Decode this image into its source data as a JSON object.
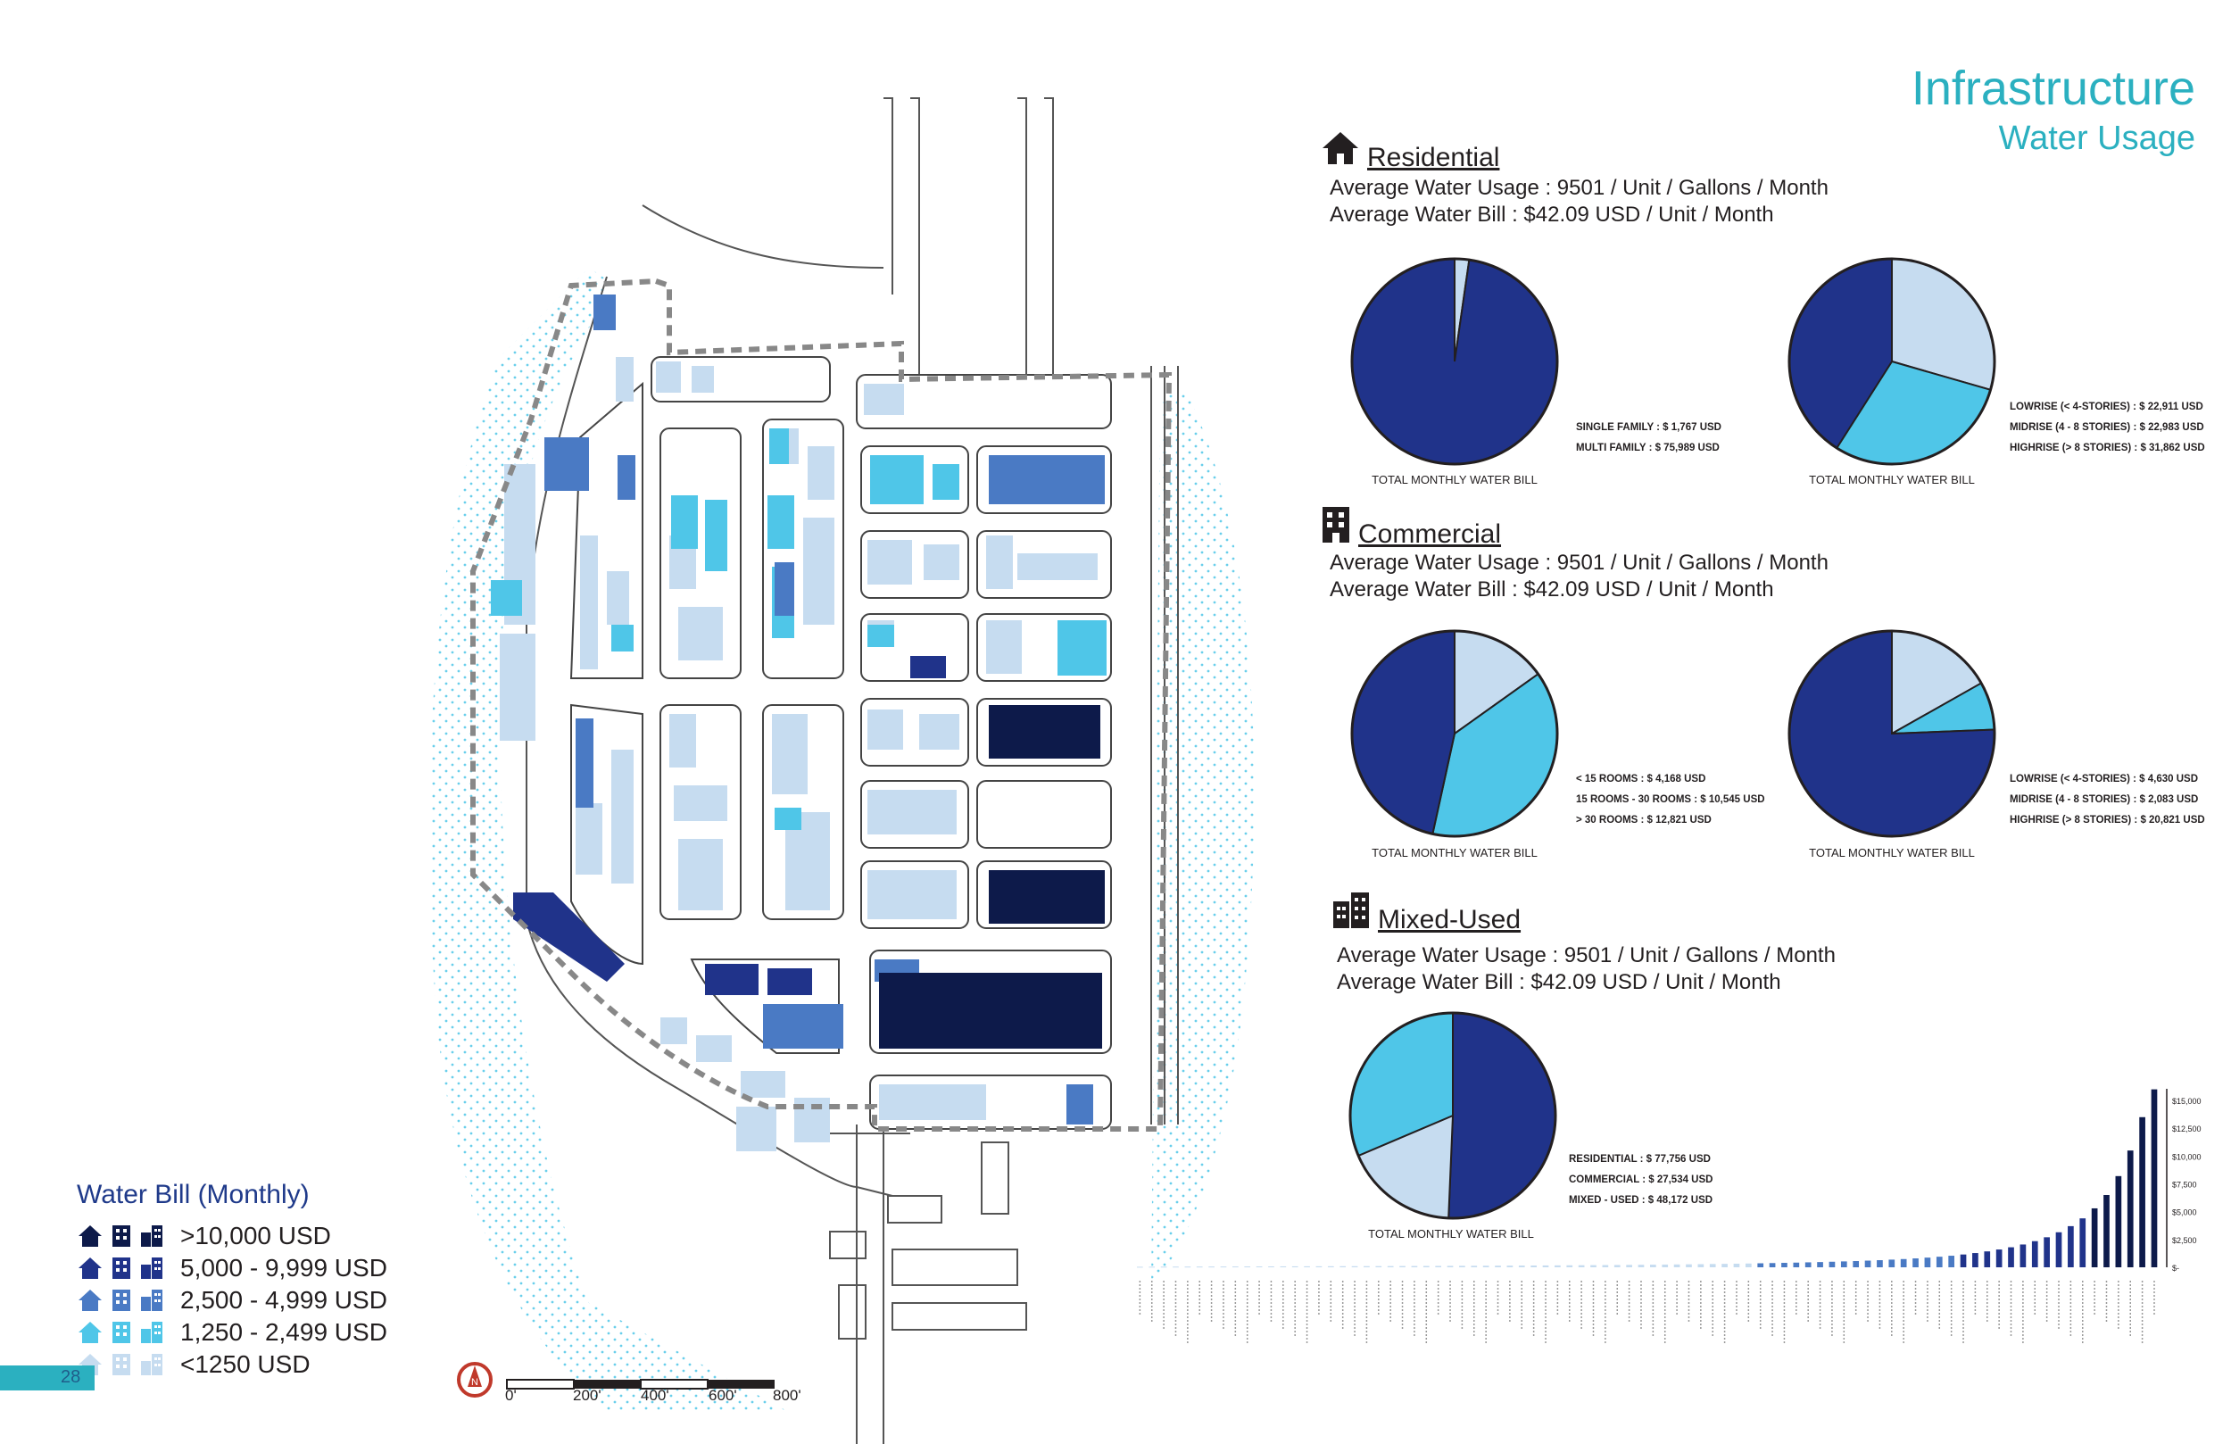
{
  "header": {
    "title": "Infrastructure",
    "subtitle": "Water Usage"
  },
  "colors": {
    "accent": "#2bb0c0",
    "tier1": "#0d1a4a",
    "tier2": "#20338a",
    "tier3": "#4a7ac4",
    "tier4": "#4fc6e8",
    "tier5": "#c6dcf0"
  },
  "residential": {
    "heading": "Residential",
    "icon": "house-icon",
    "usage": "Average Water Usage : 9501 / Unit / Gallons / Month",
    "bill": "Average Water Bill : $42.09 USD / Unit / Month",
    "pie1": {
      "caption": "TOTAL MONTHLY WATER BILL",
      "legend": [
        "SINGLE FAMILY : $ 1,767 USD",
        "MULTI FAMILY : $ 75,989 USD"
      ]
    },
    "pie2": {
      "caption": "TOTAL MONTHLY WATER BILL",
      "legend": [
        "LOWRISE (< 4-STORIES) : $ 22,911 USD",
        "MIDRISE (4 - 8 STORIES) : $ 22,983 USD",
        "HIGHRISE (> 8 STORIES) : $ 31,862 USD"
      ]
    }
  },
  "commercial": {
    "heading": "Commercial",
    "icon": "office-building-icon",
    "usage": "Average Water Usage : 9501 / Unit / Gallons / Month",
    "bill": "Average Water Bill : $42.09 USD / Unit / Month",
    "pie1": {
      "caption": "TOTAL MONTHLY WATER BILL",
      "legend": [
        "< 15 ROOMS : $ 4,168 USD",
        "15 ROOMS - 30 ROOMS : $ 10,545 USD",
        "> 30 ROOMS : $ 12,821 USD"
      ]
    },
    "pie2": {
      "caption": "TOTAL MONTHLY WATER BILL",
      "legend": [
        "LOWRISE (< 4-STORIES) : $ 4,630 USD",
        "MIDRISE (4 - 8 STORIES) : $ 2,083 USD",
        "HIGHRISE (> 8 STORIES) : $ 20,821 USD"
      ]
    }
  },
  "mixed": {
    "heading": "Mixed-Used",
    "icon": "city-buildings-icon",
    "usage": "Average Water Usage : 9501 / Unit / Gallons / Month",
    "bill": "Average Water Bill : $42.09 USD / Unit / Month",
    "pie1": {
      "caption": "TOTAL MONTHLY WATER BILL",
      "legend": [
        "RESIDENTIAL : $ 77,756 USD",
        "COMMERCIAL : $ 27,534 USD",
        "MIXED - USED : $ 48,172 USD"
      ]
    }
  },
  "chart_data": [
    {
      "type": "pie",
      "title": "TOTAL MONTHLY WATER BILL",
      "labels": [
        "SINGLE FAMILY",
        "MULTI FAMILY"
      ],
      "values": [
        1767,
        75989
      ],
      "colors": [
        "#c6dcf0",
        "#20338a"
      ]
    },
    {
      "type": "pie",
      "title": "TOTAL MONTHLY WATER BILL",
      "labels": [
        "LOWRISE (< 4-STORIES)",
        "MIDRISE (4 - 8 STORIES)",
        "HIGHRISE (> 8 STORIES)"
      ],
      "values": [
        22911,
        22983,
        31862
      ],
      "colors": [
        "#c6dcf0",
        "#4fc6e8",
        "#20338a"
      ]
    },
    {
      "type": "pie",
      "title": "TOTAL MONTHLY WATER BILL",
      "labels": [
        "< 15 ROOMS",
        "15 ROOMS - 30 ROOMS",
        "> 30 ROOMS"
      ],
      "values": [
        4168,
        10545,
        12821
      ],
      "colors": [
        "#c6dcf0",
        "#4fc6e8",
        "#20338a"
      ]
    },
    {
      "type": "pie",
      "title": "TOTAL MONTHLY WATER BILL",
      "labels": [
        "LOWRISE (< 4-STORIES)",
        "MIDRISE (4 - 8 STORIES)",
        "HIGHRISE (> 8 STORIES)"
      ],
      "values": [
        4630,
        2083,
        20821
      ],
      "colors": [
        "#c6dcf0",
        "#4fc6e8",
        "#20338a"
      ]
    },
    {
      "type": "pie",
      "title": "TOTAL MONTHLY WATER BILL",
      "labels": [
        "RESIDENTIAL",
        "COMMERCIAL",
        "MIXED - USED"
      ],
      "values": [
        77756,
        27534,
        48172
      ],
      "colors": [
        "#20338a",
        "#c6dcf0",
        "#4fc6e8"
      ]
    },
    {
      "type": "bar",
      "ylim": [
        0,
        15000
      ],
      "yticks": [
        "$-",
        "$2,500",
        "$5,000",
        "$7,500",
        "$10,000",
        "$12,500",
        "$15,000"
      ],
      "values": [
        50,
        55,
        60,
        62,
        65,
        68,
        70,
        72,
        75,
        78,
        80,
        82,
        85,
        88,
        90,
        92,
        95,
        98,
        100,
        103,
        106,
        110,
        113,
        116,
        120,
        124,
        128,
        132,
        136,
        140,
        145,
        150,
        155,
        160,
        166,
        172,
        178,
        185,
        192,
        200,
        208,
        216,
        225,
        235,
        245,
        256,
        268,
        280,
        295,
        310,
        325,
        340,
        360,
        380,
        400,
        420,
        445,
        470,
        500,
        530,
        560,
        600,
        640,
        690,
        740,
        800,
        870,
        950,
        1040,
        1150,
        1280,
        1430,
        1600,
        1800,
        2050,
        2350,
        2700,
        3150,
        3700,
        4400,
        5300,
        6500,
        8200,
        10500,
        13500,
        16000
      ]
    }
  ],
  "legend": {
    "title": "Water Bill (Monthly)",
    "rows": [
      {
        "label": ">10,000 USD",
        "color": "#0d1a4a"
      },
      {
        "label": "5,000 - 9,999 USD",
        "color": "#20338a"
      },
      {
        "label": "2,500 - 4,999 USD",
        "color": "#4a7ac4"
      },
      {
        "label": "1,250 - 2,499 USD",
        "color": "#4fc6e8"
      },
      {
        "label": "<1250 USD",
        "color": "#c6dcf0"
      }
    ]
  },
  "scale": {
    "north": "N",
    "labels": [
      "0'",
      "200'",
      "400'",
      "600'",
      "800'"
    ]
  },
  "page": {
    "number": "28"
  }
}
